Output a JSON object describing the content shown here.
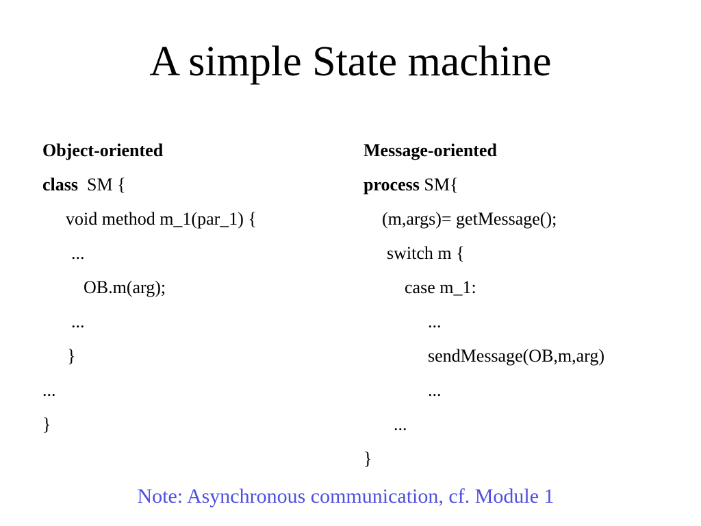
{
  "slide": {
    "title": "A simple State machine",
    "note": "Note:  Asynchronous communication, cf. Module 1",
    "note_color": "#4f4fe0"
  },
  "left_column": {
    "heading": "Object-oriented",
    "keyword": "class",
    "lines": [
      "SM {",
      "void method m_1(par_1) {",
      "...",
      "OB.m(arg);",
      "...",
      "}",
      "...",
      "}"
    ]
  },
  "right_column": {
    "heading": "Message-oriented",
    "keyword": "process",
    "lines": [
      "SM{",
      "(m,args)= getMessage();",
      "switch m {",
      "case m_1:",
      "...",
      "sendMessage(OB,m,arg)",
      "...",
      "...",
      "}"
    ]
  }
}
